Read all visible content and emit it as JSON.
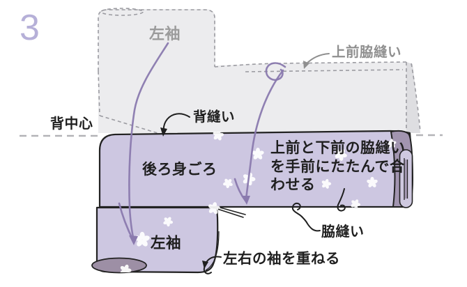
{
  "step_number": "3",
  "labels": {
    "ghost_left_sleeve": "左袖",
    "upper_front_side_seam": "上前脇縫い",
    "back_center": "背中心",
    "back_seam": "背縫い",
    "back_body": "後ろ身ごろ",
    "left_sleeve": "左袖",
    "side_seam": "脇縫い",
    "overlap_sleeves": "左右の袖を重ねる",
    "instruction_line1": "上前と下前の脇縫い",
    "instruction_line2": "を手前にたたんで合",
    "instruction_line3": "わせる"
  },
  "colors": {
    "fabric": "#cdc7e1",
    "fabric_shadow": "#a295b0",
    "fabric_roll": "#9d8fa5",
    "fold_inner": "#cfc9e0",
    "ghost_fill": "#ececee",
    "ghost_band": "#dedee1",
    "ghost_line": "#9b9ba1",
    "motion_arrow": "#8a7aae",
    "step_number": "#b6b0d8",
    "ink": "#1f1f1f",
    "gray_label": "#8f8f8f",
    "dash_line": "#b3b3b7"
  }
}
